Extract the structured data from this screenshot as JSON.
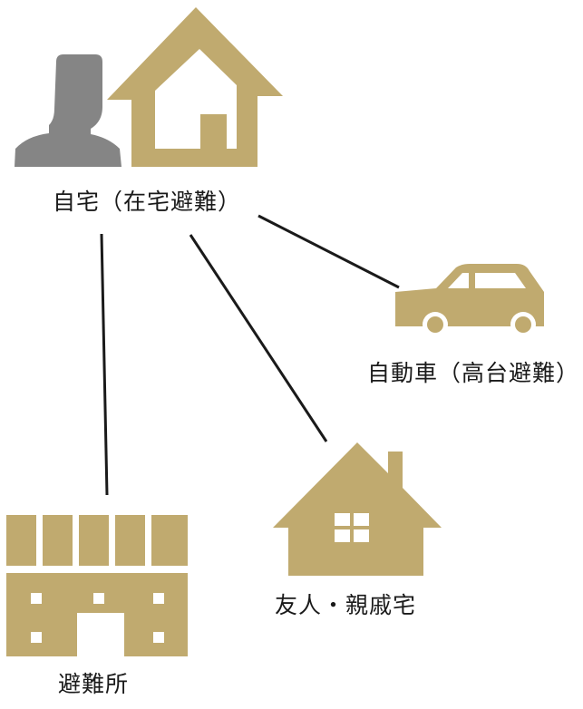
{
  "colors": {
    "icon_gold": "#c0aa6f",
    "person_gray": "#858585",
    "line": "#1a1a1a",
    "background": "#ffffff"
  },
  "nodes": {
    "home": {
      "label": "自宅（在宅避難）",
      "icons": [
        "person-icon",
        "house-icon"
      ]
    },
    "car": {
      "label": "自動車（高台避難）",
      "icon": "car-icon"
    },
    "friend": {
      "label": "友人・親戚宅",
      "icon": "house-icon"
    },
    "shelter": {
      "label": "避難所",
      "icon": "building-icon"
    }
  },
  "connections": [
    {
      "from": "home",
      "to": "shelter"
    },
    {
      "from": "home",
      "to": "friend"
    },
    {
      "from": "home",
      "to": "car"
    }
  ]
}
